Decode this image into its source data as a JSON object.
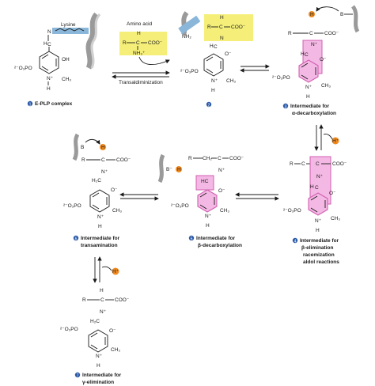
{
  "colors": {
    "highlight_pink": "#f4b8e4",
    "pink_stroke": "#d060b0",
    "yellow_box": "#f5ef7a",
    "blue_band": "#8ab6d9",
    "orange_atom": "#f08a20",
    "lysine_grey": "#bfbfbf",
    "badge_blue": "#2b5aa8"
  },
  "top_labels": {
    "lysine": "Lysine",
    "amino_acid": "Amino acid",
    "transaldiminization": "Transaldiminization"
  },
  "atoms": {
    "N": "N",
    "N_plus": "N⁺",
    "NH2": "NH₂",
    "NH3_plus": "NH₃⁺",
    "OH": "OH",
    "O_minus": "O⁻",
    "C": "C",
    "H": "H",
    "R": "R",
    "B": "B",
    "B_minus": "B⁻",
    "H_plus": "H⁺",
    "COO_minus": "COO⁻",
    "CH3": "CH₃",
    "CH2": "CH₂",
    "H2C": "H₂C",
    "HC": "HC",
    "phosphate": "²⁻O₃PO",
    "H_orange": "H"
  },
  "captions": [
    {
      "num": "1",
      "lines": [
        "E-PLP complex"
      ]
    },
    {
      "num": "2",
      "lines": [
        ""
      ]
    },
    {
      "num": "3",
      "lines": [
        "Intermediate for",
        "α-decarboxylation"
      ]
    },
    {
      "num": "4",
      "lines": [
        "Intermediate for",
        "β-elimination",
        "racemization",
        "aldol reactions"
      ]
    },
    {
      "num": "5",
      "lines": [
        "Intermediate for",
        "β-decarboxylation"
      ]
    },
    {
      "num": "6",
      "lines": [
        "Intermediate for",
        "transamination"
      ]
    },
    {
      "num": "7",
      "lines": [
        "Intermediate for",
        "γ-elimination"
      ]
    }
  ]
}
